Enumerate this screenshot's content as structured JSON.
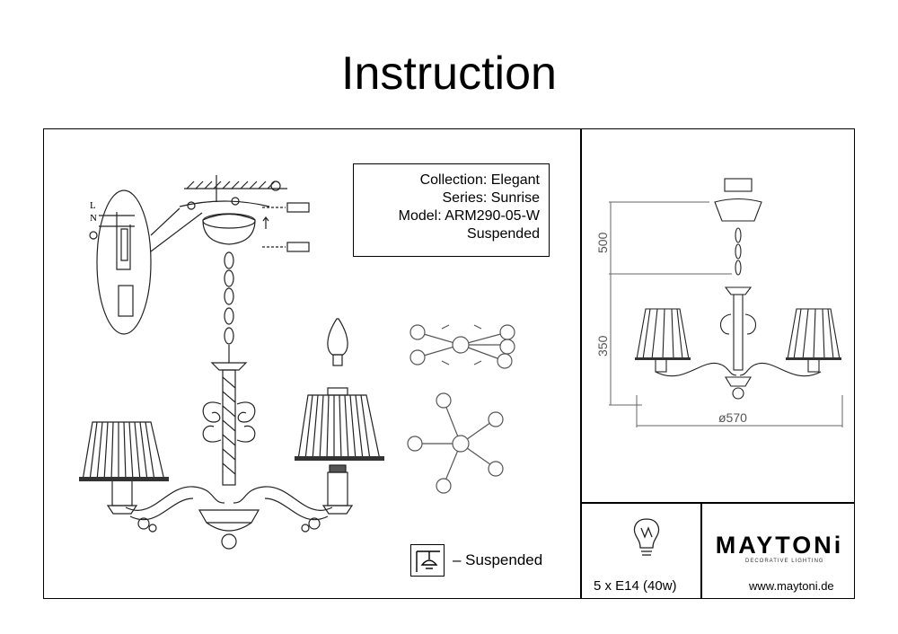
{
  "page": {
    "title": "Instruction"
  },
  "specs": {
    "collection": "Collection: Elegant",
    "series": "Series: Sunrise",
    "model": "Model: ARM290-05-W",
    "type": "Suspended"
  },
  "wiring": {
    "label_l": "L",
    "label_n": "N"
  },
  "legend": {
    "text": "– Suspended"
  },
  "bulb": {
    "spec": "5 x E14 (40w)"
  },
  "dimensions": {
    "height_top": "500",
    "height_body": "350",
    "diameter": "ø570"
  },
  "brand": {
    "name": "MAYTONi",
    "tagline": "DECORATIVE LIGHTING",
    "website": "www.maytoni.de"
  }
}
